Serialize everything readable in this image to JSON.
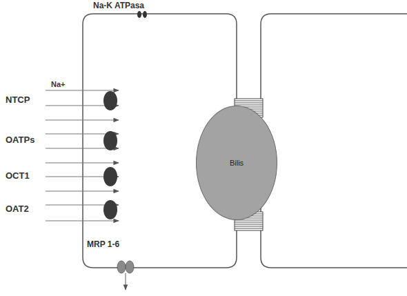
{
  "diagram": {
    "nodes": [
      {
        "text": [
          "Bilis"
        ]
      }
    ],
    "labels": [
      "Na-K ATPasa",
      "Na+",
      "NTCP",
      "OATPs",
      "OCT1",
      "OAT2",
      "MRP 1-6"
    ]
  }
}
